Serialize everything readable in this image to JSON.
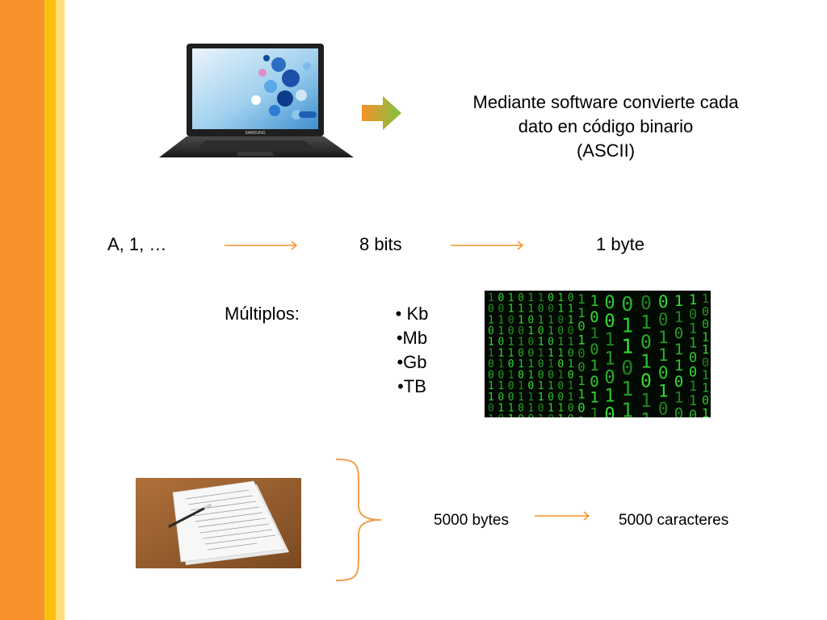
{
  "heading": {
    "lines": [
      "Mediante software convierte cada",
      "dato en código binario",
      "(ASCII)"
    ]
  },
  "conversion": {
    "input": "A, 1, …",
    "bits": "8 bits",
    "byte": "1 byte"
  },
  "multiples": {
    "label": "Múltiplos:",
    "items": [
      "• Kb",
      "•Mb",
      "•Gb",
      "•TB"
    ]
  },
  "document": {
    "bytes": "5000 bytes",
    "chars": "5000 caracteres"
  },
  "laptop": {
    "brand": "SAMSUNG"
  },
  "binary_image": {
    "digits": [
      "1",
      "0",
      "1",
      "0",
      "1",
      "1",
      "0",
      "0",
      "1",
      "1",
      "0",
      "1",
      "0",
      "0",
      "1",
      "1",
      "0",
      "1",
      "1",
      "0"
    ]
  },
  "colors": {
    "stripe_orange": "#f7922a",
    "stripe_yellow": "#fcc10f",
    "arrow_orange": "#f7922a",
    "arrow_green": "#7fc242",
    "bracket": "#f0a050",
    "binary_green": "#39e639"
  }
}
